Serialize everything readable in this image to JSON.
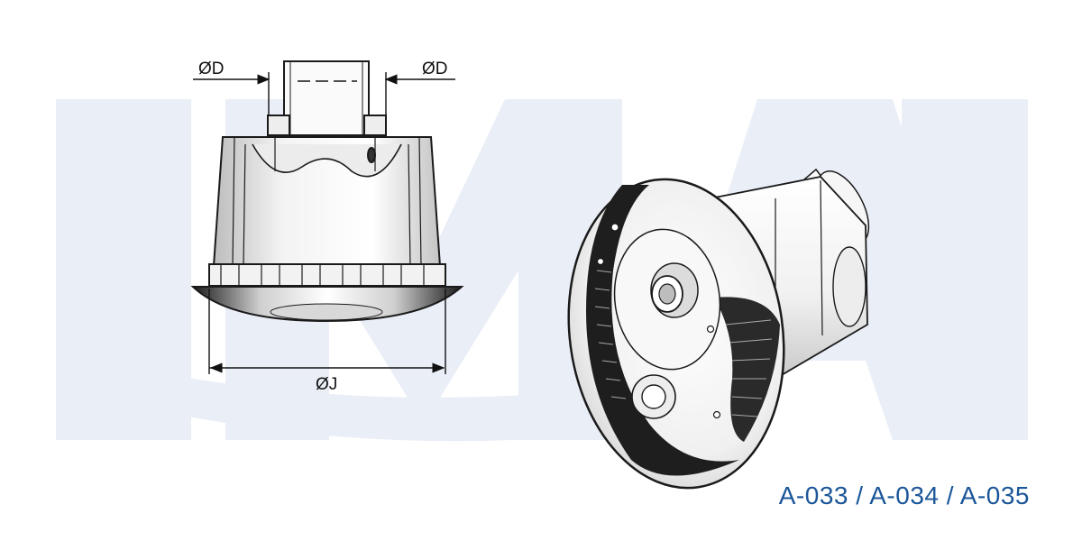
{
  "dimensions": {
    "left_diameter": "ØD",
    "right_diameter": "ØD",
    "outer_diameter": "ØJ"
  },
  "part_codes": "A-033 / A-034 / A-035",
  "colors": {
    "watermark": "#e9eef7",
    "part_code_text": "#1b5699",
    "line": "#1a1a1a",
    "body_fill": "#f4f4f4",
    "shade": "#cfcfcf"
  }
}
